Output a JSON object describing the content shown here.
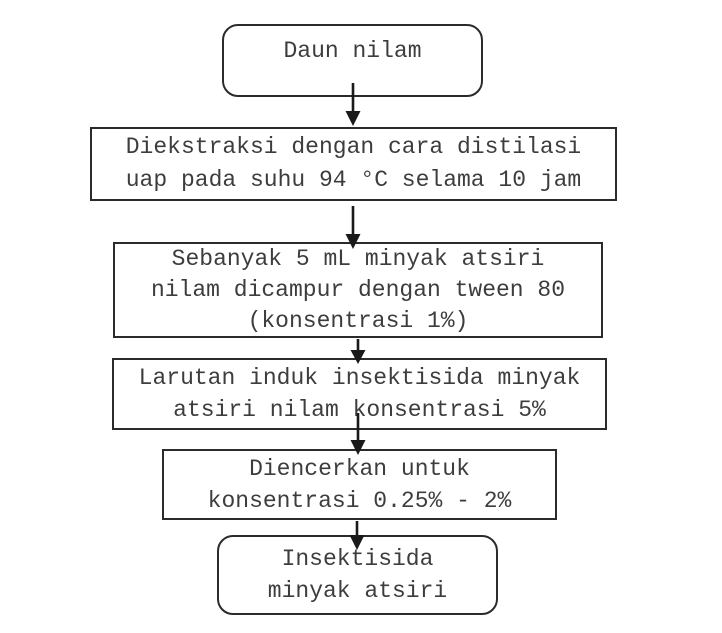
{
  "flowchart": {
    "description": "Process flow diagram",
    "colors": {
      "background": "#ffffff",
      "box_border": "#2b2b2b",
      "box_fill": "#ffffff",
      "text": "#3d3d3d",
      "arrow": "#1a1a1a"
    },
    "nodes": [
      {
        "id": "daun-nilam",
        "shape": "rounded-rect",
        "lines": [
          "Daun nilam"
        ]
      },
      {
        "id": "ekstraksi",
        "shape": "rect",
        "lines": [
          "Diekstraksi dengan cara distilasi",
          "uap pada suhu 94 °C selama 10 jam"
        ]
      },
      {
        "id": "pencampuran",
        "shape": "rect",
        "lines": [
          "Sebanyak 5 mL minyak atsiri",
          "nilam dicampur dengan tween 80",
          "(konsentrasi 1%)"
        ]
      },
      {
        "id": "larutan-induk",
        "shape": "rect",
        "lines": [
          "Larutan induk insektisida minyak",
          "atsiri nilam konsentrasi 5%"
        ]
      },
      {
        "id": "pengenceran",
        "shape": "rect",
        "lines": [
          "Diencerkan untuk",
          "konsentrasi 0.25% - 2%"
        ]
      },
      {
        "id": "insektisida",
        "shape": "rounded-rect",
        "lines": [
          "Insektisida",
          "minyak atsiri"
        ]
      }
    ],
    "edges": [
      {
        "from": "daun-nilam",
        "to": "ekstraksi",
        "type": "arrow-down"
      },
      {
        "from": "ekstraksi",
        "to": "pencampuran",
        "type": "arrow-down"
      },
      {
        "from": "pencampuran",
        "to": "larutan-induk",
        "type": "arrow-down"
      },
      {
        "from": "larutan-induk",
        "to": "pengenceran",
        "type": "arrow-down"
      },
      {
        "from": "pengenceran",
        "to": "insektisida",
        "type": "arrow-down"
      }
    ]
  }
}
